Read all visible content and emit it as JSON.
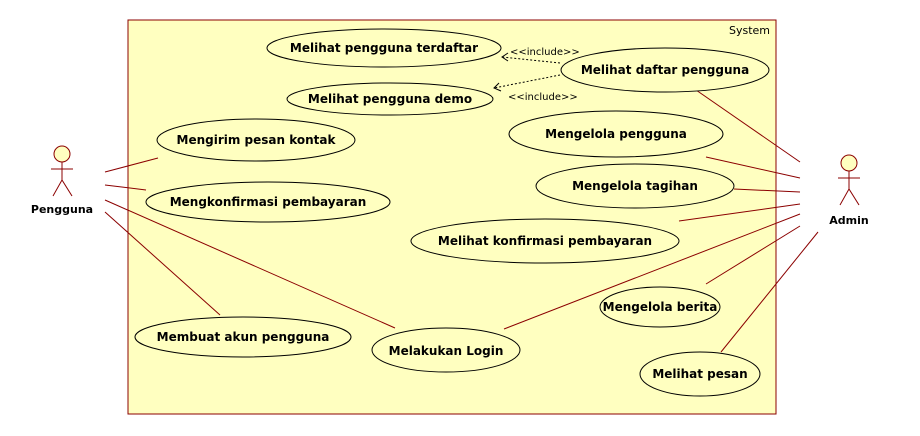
{
  "system": {
    "title": "System",
    "fill": "#ffffc0",
    "stroke": "#8b0000"
  },
  "actors": [
    {
      "id": "pengguna",
      "label": "Pengguna"
    },
    {
      "id": "admin",
      "label": "Admin"
    }
  ],
  "use_cases": [
    {
      "id": "uc1",
      "label": "Melihat pengguna terdaftar"
    },
    {
      "id": "uc2",
      "label": "Melihat daftar pengguna"
    },
    {
      "id": "uc3",
      "label": "Melihat pengguna demo"
    },
    {
      "id": "uc4",
      "label": "Mengirim pesan kontak"
    },
    {
      "id": "uc5",
      "label": "Mengelola pengguna"
    },
    {
      "id": "uc6",
      "label": "Mengelola tagihan"
    },
    {
      "id": "uc7",
      "label": "Mengkonfirmasi pembayaran"
    },
    {
      "id": "uc8",
      "label": "Melihat konfirmasi pembayaran"
    },
    {
      "id": "uc9",
      "label": "Mengelola berita"
    },
    {
      "id": "uc10",
      "label": "Membuat akun pengguna"
    },
    {
      "id": "uc11",
      "label": "Melakukan Login"
    },
    {
      "id": "uc12",
      "label": "Melihat pesan"
    }
  ],
  "relations": {
    "include_label": "<<include>>"
  },
  "colors": {
    "ellipse_fill": "#ffffc0",
    "ellipse_stroke": "#000000",
    "line": "#8b0000",
    "actor_fill": "#ffffc0"
  }
}
